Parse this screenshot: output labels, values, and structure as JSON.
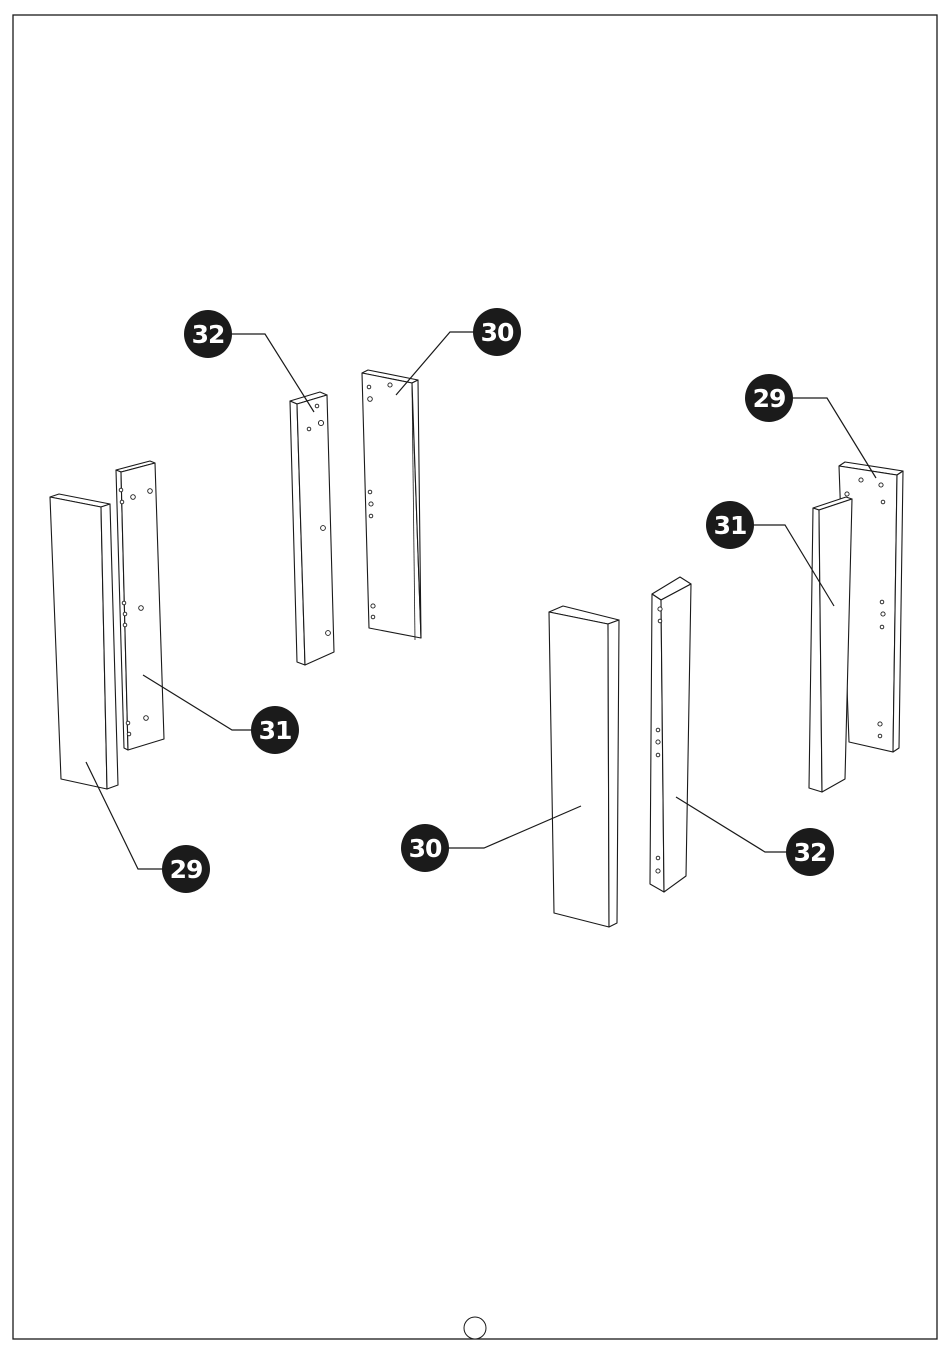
{
  "colors": {
    "ink": "#1b1b1b",
    "paper": "#ffffff"
  },
  "callouts": [
    {
      "id": "c32-top",
      "label": "32"
    },
    {
      "id": "c30-top",
      "label": "30"
    },
    {
      "id": "c29-right",
      "label": "29"
    },
    {
      "id": "c31-right",
      "label": "31"
    },
    {
      "id": "c31-left",
      "label": "31"
    },
    {
      "id": "c29-left",
      "label": "29"
    },
    {
      "id": "c30-bottom",
      "label": "30"
    },
    {
      "id": "c32-bottom",
      "label": "32"
    }
  ],
  "page_number": ""
}
